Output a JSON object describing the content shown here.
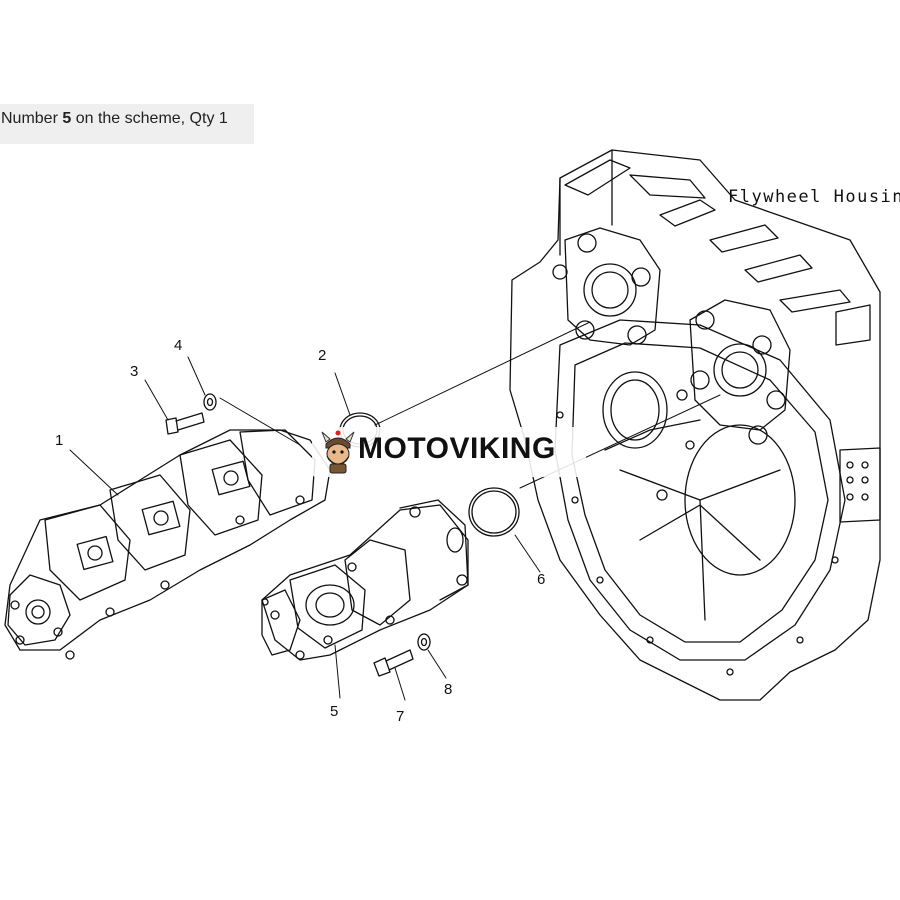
{
  "caption": {
    "prefix": "Number ",
    "number": "5",
    "suffix": " on the scheme, Qty 1"
  },
  "housing_label": "Flywheel Housin",
  "callouts": [
    "1",
    "2",
    "3",
    "4",
    "5",
    "6",
    "7",
    "8"
  ],
  "watermark": {
    "text": "MOTOVIKING",
    "logo_icon": "viking-mascot-icon"
  }
}
